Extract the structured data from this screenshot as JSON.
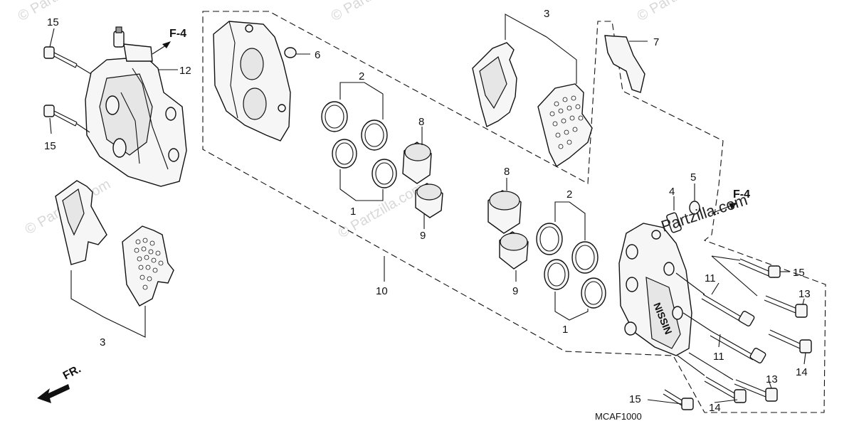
{
  "diagram": {
    "code": "MCAF1000",
    "direction_label": "FR.",
    "ref_labels": [
      "F-4",
      "F-4"
    ],
    "watermark_text": "Partzilla.com",
    "callouts": {
      "c1a": "1",
      "c1b": "1",
      "c2a": "2",
      "c2b": "2",
      "c3a": "3",
      "c3b": "3",
      "c4": "4",
      "c5": "5",
      "c6": "6",
      "c7": "7",
      "c8a": "8",
      "c8b": "8",
      "c9a": "9",
      "c9b": "9",
      "c10": "10",
      "c11a": "11",
      "c11b": "11",
      "c12": "12",
      "c13a": "13",
      "c13b": "13",
      "c14a": "14",
      "c14b": "14",
      "c15a": "15",
      "c15b": "15",
      "c15c": "15",
      "c15d": "15"
    }
  }
}
